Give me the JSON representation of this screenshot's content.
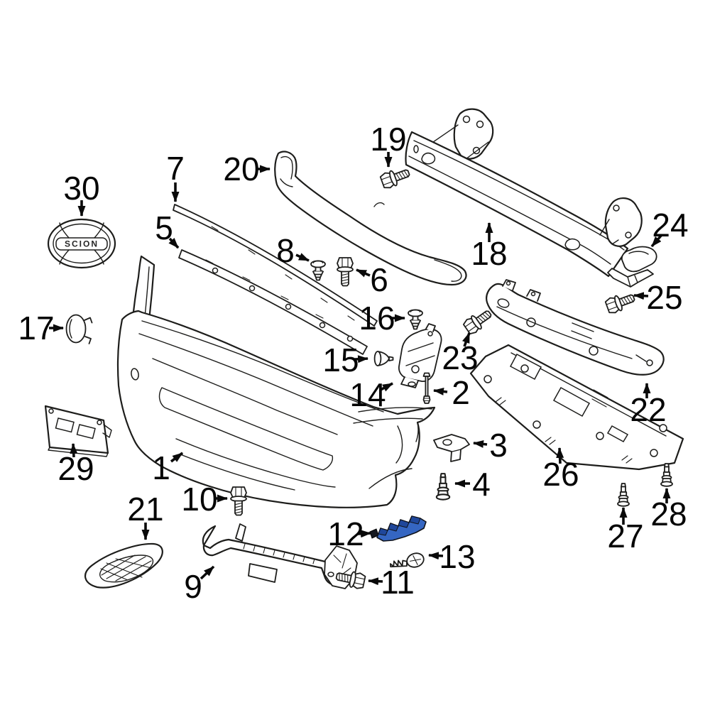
{
  "diagram": {
    "type": "exploded-parts-diagram",
    "background_color": "#ffffff",
    "line_color": "#1d1d1b",
    "highlight_color": "#3566c2",
    "highlight_shade_color": "#1f479b",
    "emblem_text": "SCION",
    "callouts": [
      {
        "label": "1"
      },
      {
        "label": "2"
      },
      {
        "label": "3"
      },
      {
        "label": "4"
      },
      {
        "label": "5"
      },
      {
        "label": "6"
      },
      {
        "label": "7"
      },
      {
        "label": "8"
      },
      {
        "label": "9"
      },
      {
        "label": "10"
      },
      {
        "label": "11"
      },
      {
        "label": "12"
      },
      {
        "label": "13"
      },
      {
        "label": "14"
      },
      {
        "label": "15"
      },
      {
        "label": "16"
      },
      {
        "label": "17"
      },
      {
        "label": "18"
      },
      {
        "label": "19"
      },
      {
        "label": "20"
      },
      {
        "label": "21"
      },
      {
        "label": "22"
      },
      {
        "label": "23"
      },
      {
        "label": "24"
      },
      {
        "label": "25"
      },
      {
        "label": "26"
      },
      {
        "label": "27"
      },
      {
        "label": "28"
      },
      {
        "label": "29"
      },
      {
        "label": "30"
      }
    ]
  }
}
